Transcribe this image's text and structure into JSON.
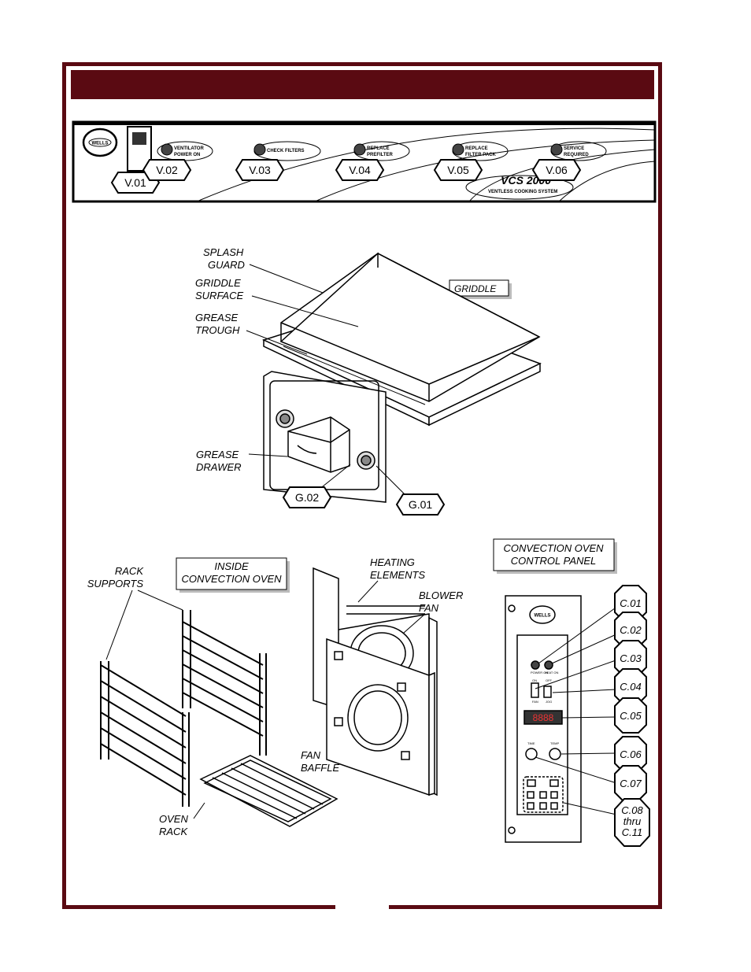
{
  "ventilator_panel": {
    "brand": "WELLS",
    "indicators": [
      {
        "label": "VENTILATOR POWER ON"
      },
      {
        "label": "CHECK FILTERS"
      },
      {
        "label": "REPLACE PREFILTER"
      },
      {
        "label": "REPLACE FILTER PACK"
      },
      {
        "label": "SERVICE REQUIRED"
      }
    ],
    "callouts": [
      "V.01",
      "V.02",
      "V.03",
      "V.04",
      "V.05",
      "V.06"
    ],
    "product_name": "VCS 2000",
    "product_subtitle": "VENTLESS COOKING SYSTEM"
  },
  "griddle": {
    "title": "GRIDDLE",
    "labels": {
      "splash_guard": [
        "SPLASH",
        "GUARD"
      ],
      "griddle_surface": [
        "GRIDDLE",
        "SURFACE"
      ],
      "grease_trough": [
        "GREASE",
        "TROUGH"
      ],
      "grease_drawer": [
        "GREASE",
        "DRAWER"
      ]
    },
    "callouts": [
      "G.02",
      "G.01"
    ]
  },
  "inside_oven": {
    "title": [
      "INSIDE",
      "CONVECTION OVEN"
    ],
    "labels": {
      "rack_supports": [
        "RACK",
        "SUPPORTS"
      ],
      "oven_rack": [
        "OVEN",
        "RACK"
      ],
      "heating_elements": [
        "HEATING",
        "ELEMENTS"
      ],
      "blower_fan": [
        "BLOWER",
        "FAN"
      ],
      "fan_baffle": [
        "FAN",
        "BAFFLE"
      ]
    }
  },
  "control_panel": {
    "title": [
      "CONVECTION OVEN",
      "CONTROL PANEL"
    ],
    "brand": "WELLS",
    "display": "8888",
    "small_labels": [
      "POWER ON",
      "HEAT ON",
      "ON",
      "OFF",
      "FAN",
      "JOG",
      "TIME",
      "TEMP"
    ],
    "callouts": [
      "C.01",
      "C.02",
      "C.03",
      "C.04",
      "C.05",
      "C.06",
      "C.07"
    ],
    "callout_range": [
      "C.08",
      "thru",
      "C.11"
    ]
  }
}
